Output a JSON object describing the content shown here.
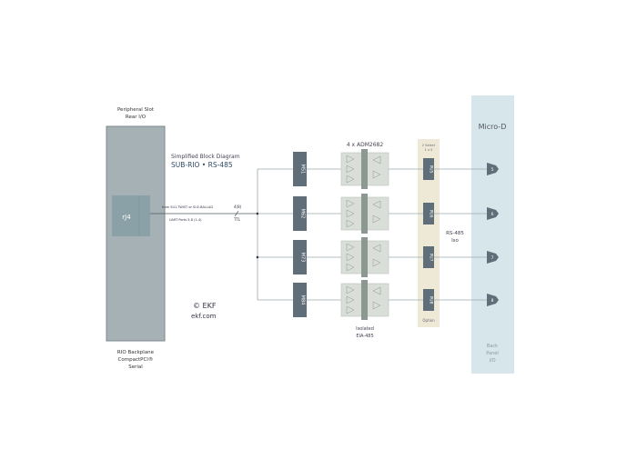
{
  "left": {
    "title1": "Peripheral Slot",
    "title2": "Rear I/O",
    "connector": "rJ4",
    "bottom1": "RIO Backplane",
    "bottom2": "CompactPCI®",
    "bottom3": "Serial"
  },
  "heading": {
    "line1": "Simplified Block Diagram",
    "line2": "SUB-RIO  •  RS-485"
  },
  "signal": {
    "from": "from SU1-TWIST or SU2-BALLAD",
    "ports": "UART Ports 5-8 (1-4)",
    "count": "4(8)",
    "level": "TTL"
  },
  "logo": {
    "copyright": "© EKF",
    "url": "ekf.com"
  },
  "modules": [
    "M51",
    "M62",
    "M73",
    "M84"
  ],
  "transceivers": {
    "title": "4 x ADM2682",
    "caption1": "Isolated",
    "caption2": "EIA-485"
  },
  "jumpers": {
    "title1": "2 Select",
    "title2": "1 x 5",
    "items": [
      "PU5",
      "PU6",
      "PU7",
      "PU8"
    ],
    "footer": "Option"
  },
  "rs485": {
    "line1": "RS-485",
    "line2": "Iso"
  },
  "panel": {
    "title": "Micro-D",
    "ports": [
      "5",
      "6",
      "7",
      "8"
    ],
    "footer1": "Back",
    "footer2": "Panel",
    "footer3": "I/O"
  },
  "colors": {
    "box": "#a6b1b6",
    "module": "#5f6e78",
    "panel": "#d6e6ea",
    "beige": "#eee9d6",
    "line": "#9aa8ae"
  }
}
